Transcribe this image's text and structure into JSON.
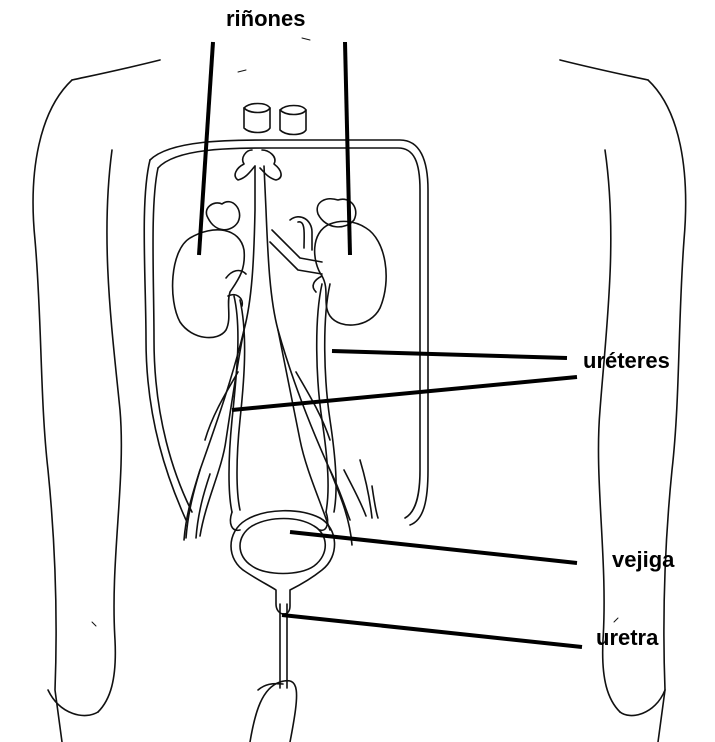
{
  "diagram": {
    "labels": {
      "kidneys": "riñones",
      "ureters": "uréteres",
      "bladder": "vejiga",
      "urethra": "uretra"
    },
    "colors": {
      "line": "#000000",
      "background": "#ffffff"
    }
  }
}
